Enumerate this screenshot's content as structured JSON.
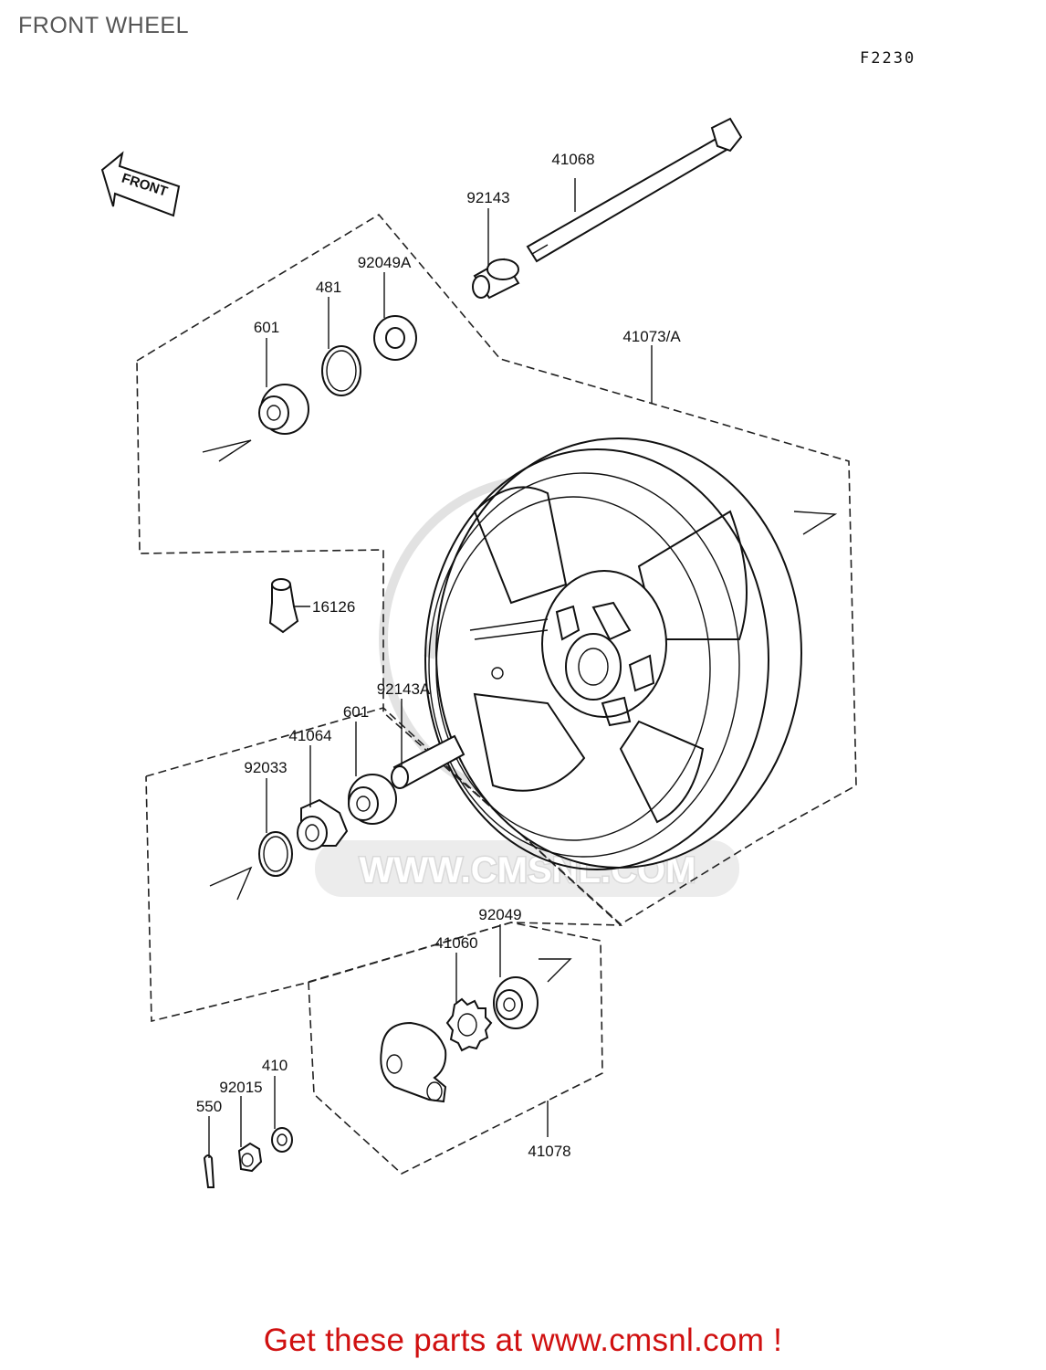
{
  "title": "FRONT WHEEL",
  "diagram_code": "F2230",
  "front_arrow": "FRONT",
  "watermark": "WWW.CMSNL.COM",
  "footer": "Get these parts at www.cmsnl.com !",
  "parts": [
    {
      "id": "41068"
    },
    {
      "id": "92143"
    },
    {
      "id": "92049A"
    },
    {
      "id": "481"
    },
    {
      "id": "601"
    },
    {
      "id": "41073/A"
    },
    {
      "id": "16126"
    },
    {
      "id": "92143A"
    },
    {
      "id": "601"
    },
    {
      "id": "41064"
    },
    {
      "id": "92033"
    },
    {
      "id": "92049"
    },
    {
      "id": "41060"
    },
    {
      "id": "410"
    },
    {
      "id": "92015"
    },
    {
      "id": "550"
    },
    {
      "id": "41078"
    }
  ]
}
